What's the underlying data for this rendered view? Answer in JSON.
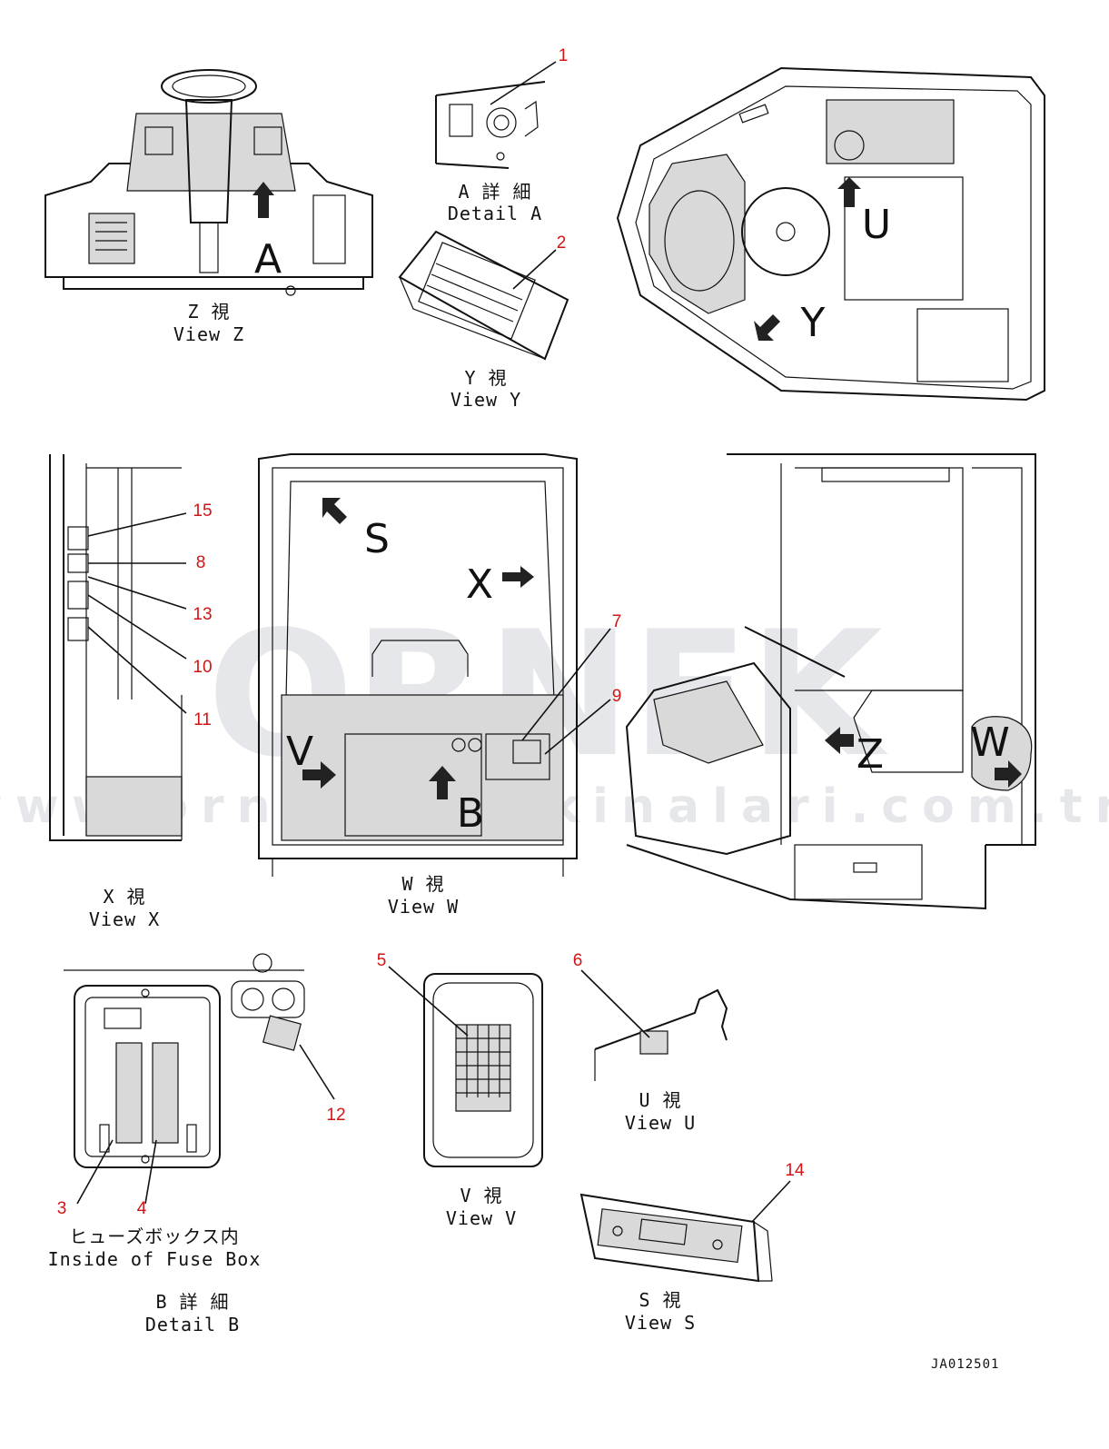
{
  "views": {
    "z": {
      "ja": "Z 視",
      "en": "View Z"
    },
    "detail_a": {
      "ja": "A 詳 細",
      "en": "Detail A"
    },
    "y": {
      "ja": "Y 視",
      "en": "View Y"
    },
    "x": {
      "ja": "X 視",
      "en": "View X"
    },
    "w": {
      "ja": "W 視",
      "en": "View W"
    },
    "detail_b": {
      "ja": "B 詳 細",
      "en": "Detail B",
      "sub_ja": "ヒューズボックス内",
      "sub_en": "Inside of Fuse Box"
    },
    "v": {
      "ja": "V 視",
      "en": "View V"
    },
    "u": {
      "ja": "U 視",
      "en": "View U"
    },
    "s": {
      "ja": "S 視",
      "en": "View S"
    }
  },
  "view_markers": {
    "a": "A",
    "u": "U",
    "y": "Y",
    "s": "S",
    "x": "X",
    "v": "V",
    "b": "B",
    "z": "Z",
    "w": "W"
  },
  "callouts": {
    "c1": "1",
    "c2": "2",
    "c3": "3",
    "c4": "4",
    "c5": "5",
    "c6": "6",
    "c7": "7",
    "c8": "8",
    "c9": "9",
    "c10": "10",
    "c11": "11",
    "c12": "12",
    "c13": "13",
    "c14": "14",
    "c15": "15"
  },
  "drawing_code": "JA012501",
  "watermark": {
    "brand": "ORNEK",
    "url": "www.ornekismakinalari.com.tr"
  },
  "colors": {
    "callout": "#d21414",
    "line": "#111111",
    "watermark": "#b8bcc4"
  }
}
